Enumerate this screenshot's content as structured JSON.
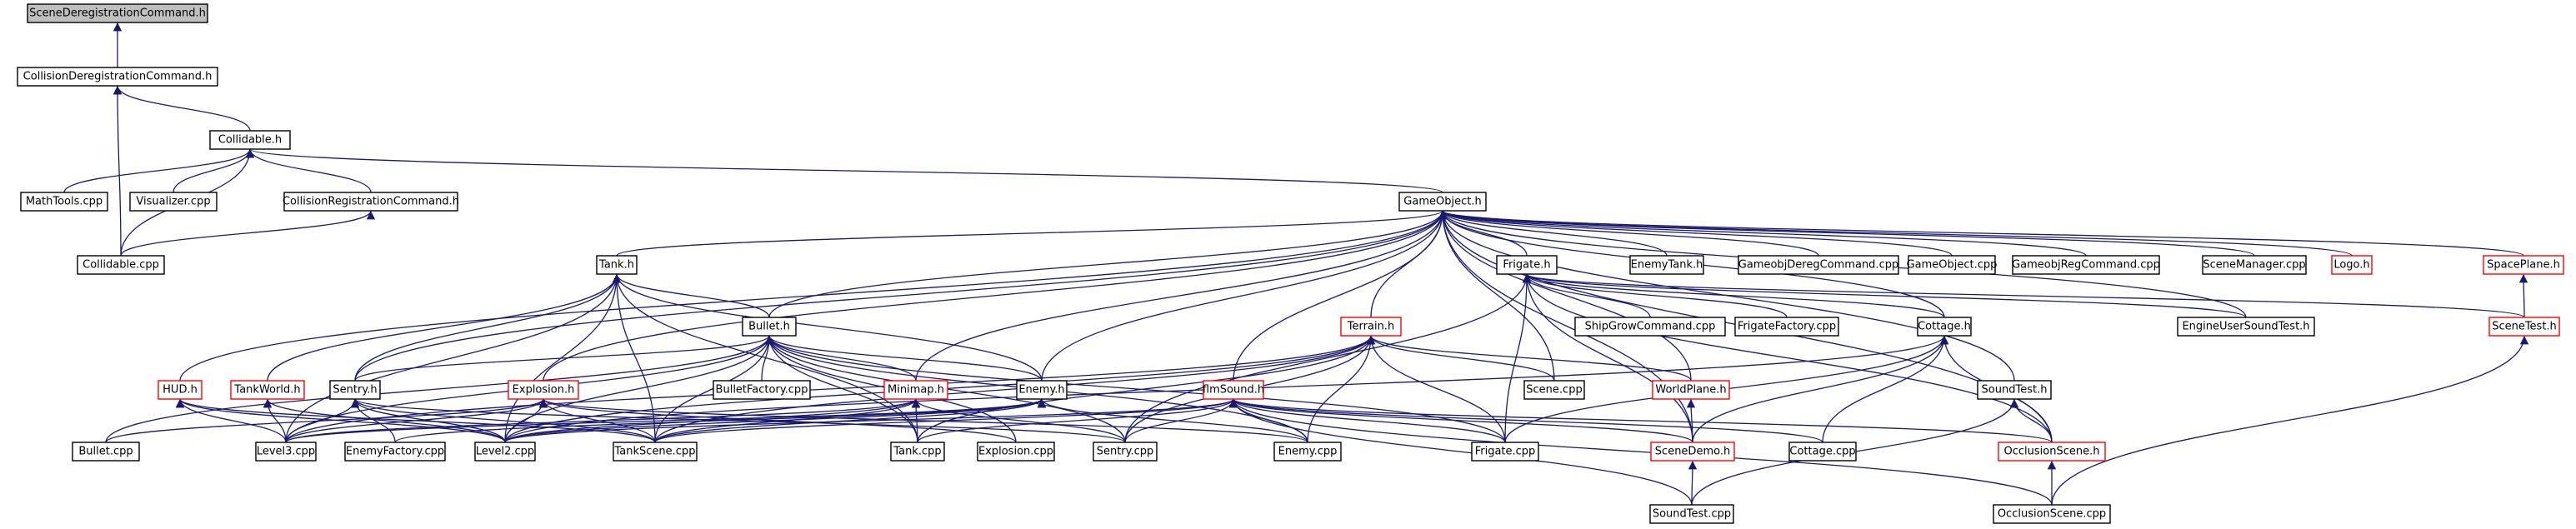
{
  "colors": {
    "edge": "#191970",
    "node_border": "#000000",
    "node_border_truncated": "#ff0000",
    "node_fill": "#ffffff",
    "root_fill": "#bfbfbf"
  },
  "graph": {
    "nodes": [
      {
        "id": "scenederegcmd_h",
        "label": "SceneDeregistrationCommand.h",
        "root": true
      },
      {
        "id": "colldereg_h",
        "label": "CollisionDeregistrationCommand.h"
      },
      {
        "id": "collidable_h",
        "label": "Collidable.h"
      },
      {
        "id": "mathtools_cpp",
        "label": "MathTools.cpp"
      },
      {
        "id": "visualizer_cpp",
        "label": "Visualizer.cpp"
      },
      {
        "id": "collreg_h",
        "label": "CollisionRegistrationCommand.h"
      },
      {
        "id": "collidable_cpp",
        "label": "Collidable.cpp"
      },
      {
        "id": "gameobject_h",
        "label": "GameObject.h"
      },
      {
        "id": "tank_h",
        "label": "Tank.h"
      },
      {
        "id": "frigate_h",
        "label": "Frigate.h"
      },
      {
        "id": "enemytank_h",
        "label": "EnemyTank.h"
      },
      {
        "id": "gameobjderegcmd_cpp",
        "label": "GameobjDeregCommand.cpp"
      },
      {
        "id": "gameobject_cpp",
        "label": "GameObject.cpp"
      },
      {
        "id": "gameobjregcmd_cpp",
        "label": "GameobjRegCommand.cpp"
      },
      {
        "id": "scenemanager_cpp",
        "label": "SceneManager.cpp"
      },
      {
        "id": "logo_h",
        "label": "Logo.h",
        "truncated": true
      },
      {
        "id": "spaceplane_h",
        "label": "SpacePlane.h",
        "truncated": true
      },
      {
        "id": "bullet_h",
        "label": "Bullet.h"
      },
      {
        "id": "terrain_h",
        "label": "Terrain.h",
        "truncated": true
      },
      {
        "id": "shipgrowcmd_cpp",
        "label": "ShipGrowCommand.cpp"
      },
      {
        "id": "frigatefactory_cpp",
        "label": "FrigateFactory.cpp"
      },
      {
        "id": "cottage_h",
        "label": "Cottage.h"
      },
      {
        "id": "engineusersoundtest_h",
        "label": "EngineUserSoundTest.h"
      },
      {
        "id": "scenetest_h",
        "label": "SceneTest.h",
        "truncated": true
      },
      {
        "id": "hud_h",
        "label": "HUD.h",
        "truncated": true
      },
      {
        "id": "tankworld_h",
        "label": "TankWorld.h",
        "truncated": true
      },
      {
        "id": "sentry_h",
        "label": "Sentry.h"
      },
      {
        "id": "explosion_h",
        "label": "Explosion.h",
        "truncated": true
      },
      {
        "id": "bulletfactory_cpp",
        "label": "BulletFactory.cpp"
      },
      {
        "id": "minimap_h",
        "label": "Minimap.h",
        "truncated": true
      },
      {
        "id": "enemy_h",
        "label": "Enemy.h"
      },
      {
        "id": "flmsound_h",
        "label": "flmSound.h",
        "truncated": true
      },
      {
        "id": "scene_cpp",
        "label": "Scene.cpp"
      },
      {
        "id": "worldplane_h",
        "label": "WorldPlane.h",
        "truncated": true
      },
      {
        "id": "soundtest_h",
        "label": "SoundTest.h"
      },
      {
        "id": "bullet_cpp",
        "label": "Bullet.cpp"
      },
      {
        "id": "level3_cpp",
        "label": "Level3.cpp"
      },
      {
        "id": "enemyfactory_cpp",
        "label": "EnemyFactory.cpp"
      },
      {
        "id": "level2_cpp",
        "label": "Level2.cpp"
      },
      {
        "id": "tankscene_cpp",
        "label": "TankScene.cpp"
      },
      {
        "id": "tank_cpp",
        "label": "Tank.cpp"
      },
      {
        "id": "explosion_cpp",
        "label": "Explosion.cpp"
      },
      {
        "id": "sentry_cpp",
        "label": "Sentry.cpp"
      },
      {
        "id": "enemy_cpp",
        "label": "Enemy.cpp"
      },
      {
        "id": "frigate_cpp",
        "label": "Frigate.cpp"
      },
      {
        "id": "scenedemo_h",
        "label": "SceneDemo.h",
        "truncated": true
      },
      {
        "id": "cottage_cpp",
        "label": "Cottage.cpp"
      },
      {
        "id": "occlusionscene_h",
        "label": "OcclusionScene.h",
        "truncated": true
      },
      {
        "id": "soundtest_cpp",
        "label": "SoundTest.cpp"
      },
      {
        "id": "occlusionscene_cpp",
        "label": "OcclusionScene.cpp"
      }
    ],
    "edges": [
      [
        "colldereg_h",
        "scenederegcmd_h"
      ],
      [
        "collidable_h",
        "colldereg_h"
      ],
      [
        "collidable_cpp",
        "colldereg_h"
      ],
      [
        "mathtools_cpp",
        "collidable_h"
      ],
      [
        "visualizer_cpp",
        "collidable_h"
      ],
      [
        "collreg_h",
        "collidable_h"
      ],
      [
        "collidable_cpp",
        "collidable_h"
      ],
      [
        "gameobject_h",
        "collidable_h"
      ],
      [
        "collidable_cpp",
        "collreg_h"
      ],
      [
        "tank_h",
        "gameobject_h"
      ],
      [
        "frigate_h",
        "gameobject_h"
      ],
      [
        "enemytank_h",
        "gameobject_h"
      ],
      [
        "gameobjderegcmd_cpp",
        "gameobject_h"
      ],
      [
        "gameobject_cpp",
        "gameobject_h"
      ],
      [
        "gameobjregcmd_cpp",
        "gameobject_h"
      ],
      [
        "scenemanager_cpp",
        "gameobject_h"
      ],
      [
        "logo_h",
        "gameobject_h"
      ],
      [
        "spaceplane_h",
        "gameobject_h"
      ],
      [
        "bullet_h",
        "gameobject_h"
      ],
      [
        "terrain_h",
        "gameobject_h"
      ],
      [
        "cottage_h",
        "gameobject_h"
      ],
      [
        "engineusersoundtest_h",
        "gameobject_h"
      ],
      [
        "soundtest_h",
        "gameobject_h"
      ],
      [
        "hud_h",
        "gameobject_h"
      ],
      [
        "sentry_h",
        "gameobject_h"
      ],
      [
        "explosion_h",
        "gameobject_h"
      ],
      [
        "minimap_h",
        "gameobject_h"
      ],
      [
        "enemy_h",
        "gameobject_h"
      ],
      [
        "flmsound_h",
        "gameobject_h"
      ],
      [
        "scene_cpp",
        "gameobject_h"
      ],
      [
        "worldplane_h",
        "gameobject_h"
      ],
      [
        "scenedemo_h",
        "gameobject_h"
      ],
      [
        "occlusionscene_h",
        "gameobject_h"
      ],
      [
        "bullet_h",
        "tank_h"
      ],
      [
        "sentry_h",
        "tank_h"
      ],
      [
        "tankworld_h",
        "tank_h"
      ],
      [
        "enemy_h",
        "tank_h"
      ],
      [
        "level2_cpp",
        "tank_h"
      ],
      [
        "tankscene_cpp",
        "tank_h"
      ],
      [
        "tank_cpp",
        "tank_h"
      ],
      [
        "level3_cpp",
        "tank_h"
      ],
      [
        "shipgrowcmd_cpp",
        "frigate_h"
      ],
      [
        "frigatefactory_cpp",
        "frigate_h"
      ],
      [
        "cottage_h",
        "frigate_h"
      ],
      [
        "engineusersoundtest_h",
        "frigate_h"
      ],
      [
        "scenetest_h",
        "frigate_h"
      ],
      [
        "frigate_cpp",
        "frigate_h"
      ],
      [
        "scenedemo_h",
        "frigate_h"
      ],
      [
        "occlusionscene_h",
        "frigate_h"
      ],
      [
        "sentry_cpp",
        "frigate_h"
      ],
      [
        "scenetest_h",
        "spaceplane_h"
      ],
      [
        "occlusionscene_cpp",
        "scenetest_h"
      ],
      [
        "bulletfactory_cpp",
        "bullet_h"
      ],
      [
        "sentry_h",
        "bullet_h"
      ],
      [
        "minimap_h",
        "bullet_h"
      ],
      [
        "enemy_h",
        "bullet_h"
      ],
      [
        "bullet_cpp",
        "bullet_h"
      ],
      [
        "level3_cpp",
        "bullet_h"
      ],
      [
        "level2_cpp",
        "bullet_h"
      ],
      [
        "tankscene_cpp",
        "bullet_h"
      ],
      [
        "tank_cpp",
        "bullet_h"
      ],
      [
        "explosion_cpp",
        "bullet_h"
      ],
      [
        "sentry_cpp",
        "bullet_h"
      ],
      [
        "enemy_cpp",
        "bullet_h"
      ],
      [
        "frigate_cpp",
        "bullet_h"
      ],
      [
        "scene_cpp",
        "terrain_h"
      ],
      [
        "worldplane_h",
        "terrain_h"
      ],
      [
        "tankscene_cpp",
        "terrain_h"
      ],
      [
        "level2_cpp",
        "terrain_h"
      ],
      [
        "tank_cpp",
        "terrain_h"
      ],
      [
        "sentry_cpp",
        "terrain_h"
      ],
      [
        "enemy_cpp",
        "terrain_h"
      ],
      [
        "frigate_cpp",
        "terrain_h"
      ],
      [
        "level3_cpp",
        "terrain_h"
      ],
      [
        "cottage_cpp",
        "cottage_h"
      ],
      [
        "scenedemo_h",
        "cottage_h"
      ],
      [
        "occlusionscene_h",
        "cottage_h"
      ],
      [
        "frigate_cpp",
        "cottage_h"
      ],
      [
        "level2_cpp",
        "cottage_h"
      ],
      [
        "level3_cpp",
        "hud_h"
      ],
      [
        "level2_cpp",
        "hud_h"
      ],
      [
        "tankscene_cpp",
        "hud_h"
      ],
      [
        "level3_cpp",
        "tankworld_h"
      ],
      [
        "level2_cpp",
        "tankworld_h"
      ],
      [
        "level3_cpp",
        "sentry_h"
      ],
      [
        "enemyfactory_cpp",
        "sentry_h"
      ],
      [
        "level2_cpp",
        "sentry_h"
      ],
      [
        "tankscene_cpp",
        "sentry_h"
      ],
      [
        "sentry_cpp",
        "sentry_h"
      ],
      [
        "level3_cpp",
        "explosion_h"
      ],
      [
        "level2_cpp",
        "explosion_h"
      ],
      [
        "tankscene_cpp",
        "explosion_h"
      ],
      [
        "explosion_cpp",
        "explosion_h"
      ],
      [
        "enemy_cpp",
        "explosion_h"
      ],
      [
        "bullet_cpp",
        "explosion_h"
      ],
      [
        "level2_cpp",
        "minimap_h"
      ],
      [
        "level3_cpp",
        "minimap_h"
      ],
      [
        "tankscene_cpp",
        "minimap_h"
      ],
      [
        "tank_cpp",
        "minimap_h"
      ],
      [
        "sentry_cpp",
        "minimap_h"
      ],
      [
        "level3_cpp",
        "enemy_h"
      ],
      [
        "level2_cpp",
        "enemy_h"
      ],
      [
        "tankscene_cpp",
        "enemy_h"
      ],
      [
        "enemy_cpp",
        "enemy_h"
      ],
      [
        "enemyfactory_cpp",
        "enemy_h"
      ],
      [
        "tank_cpp",
        "flmsound_h"
      ],
      [
        "sentry_cpp",
        "flmsound_h"
      ],
      [
        "enemy_cpp",
        "flmsound_h"
      ],
      [
        "level2_cpp",
        "flmsound_h"
      ],
      [
        "tankscene_cpp",
        "flmsound_h"
      ],
      [
        "frigate_cpp",
        "flmsound_h"
      ],
      [
        "scenedemo_h",
        "flmsound_h"
      ],
      [
        "occlusionscene_h",
        "flmsound_h"
      ],
      [
        "soundtest_cpp",
        "flmsound_h"
      ],
      [
        "occlusionscene_cpp",
        "flmsound_h"
      ],
      [
        "cottage_cpp",
        "flmsound_h"
      ],
      [
        "scenedemo_h",
        "worldplane_h"
      ],
      [
        "soundtest_cpp",
        "scenedemo_h"
      ],
      [
        "occlusionscene_h",
        "soundtest_h"
      ],
      [
        "soundtest_cpp",
        "soundtest_h"
      ],
      [
        "occlusionscene_cpp",
        "occlusionscene_h"
      ]
    ]
  }
}
